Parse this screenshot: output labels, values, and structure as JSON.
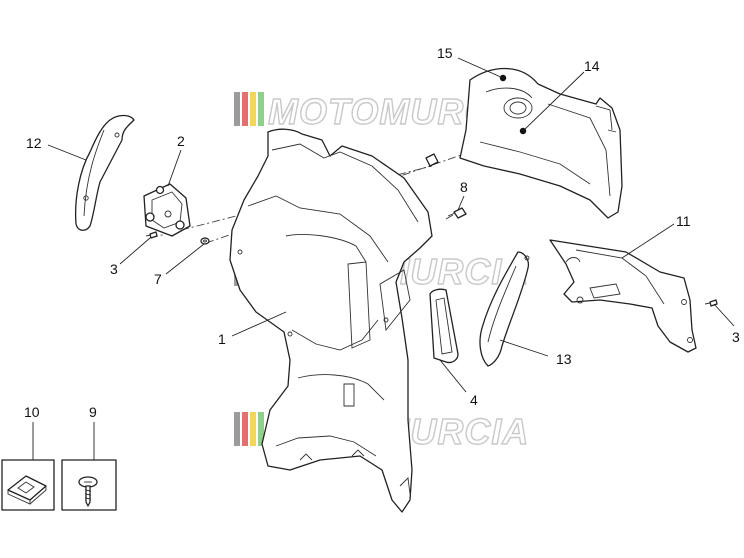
{
  "watermark": {
    "text": "MOTOMURCIA",
    "colors": [
      "#9b9b9b",
      "#e46f6f",
      "#f2d65c",
      "#8fd18a",
      "#b7b7b7"
    ]
  },
  "callouts": [
    {
      "id": "1",
      "label": "1"
    },
    {
      "id": "2",
      "label": "2"
    },
    {
      "id": "3a",
      "label": "3"
    },
    {
      "id": "3b",
      "label": "3"
    },
    {
      "id": "4",
      "label": "4"
    },
    {
      "id": "7",
      "label": "7"
    },
    {
      "id": "8",
      "label": "8"
    },
    {
      "id": "9",
      "label": "9"
    },
    {
      "id": "10",
      "label": "10"
    },
    {
      "id": "11",
      "label": "11"
    },
    {
      "id": "12",
      "label": "12"
    },
    {
      "id": "13",
      "label": "13"
    },
    {
      "id": "14",
      "label": "14"
    },
    {
      "id": "15",
      "label": "15"
    }
  ]
}
